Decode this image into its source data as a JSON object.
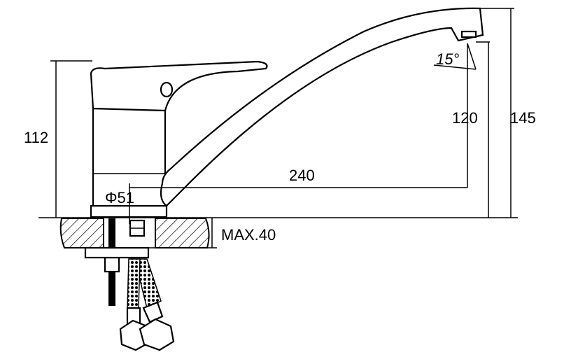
{
  "drawing": {
    "title": "Single-lever kitchen faucet dimension drawing",
    "dimensions": {
      "body_height": "112",
      "spout_reach": "240",
      "spout_clearance": "120",
      "total_height": "145",
      "spout_angle": "15°",
      "base_diameter": "Φ51",
      "max_counter_thickness": "MAX.40"
    }
  }
}
